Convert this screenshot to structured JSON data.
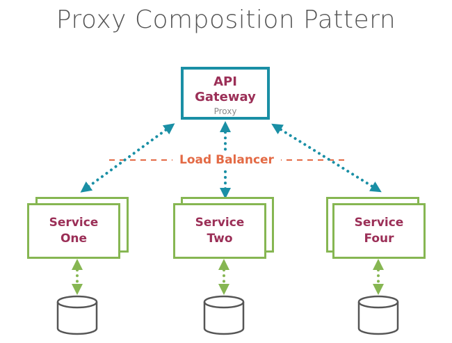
{
  "title": "Proxy Composition Pattern",
  "gateway": {
    "line1": "API",
    "line2": "Gateway",
    "sub": "Proxy"
  },
  "load_balancer": {
    "label": "Load Balancer"
  },
  "services": [
    {
      "line1": "Service",
      "line2": "One"
    },
    {
      "line1": "Service",
      "line2": "Two"
    },
    {
      "line1": "Service",
      "line2": "Four"
    }
  ],
  "colors": {
    "gateway_border": "#1a8fa5",
    "service_border": "#86b652",
    "label_text": "#9b2f57",
    "load_balancer": "#e36a45",
    "title": "#555555",
    "database": "#555555"
  },
  "icons": {
    "database": "database-icon",
    "gateway_link": "bidirectional-dotted-arrow",
    "db_link": "bidirectional-dotted-arrow"
  }
}
